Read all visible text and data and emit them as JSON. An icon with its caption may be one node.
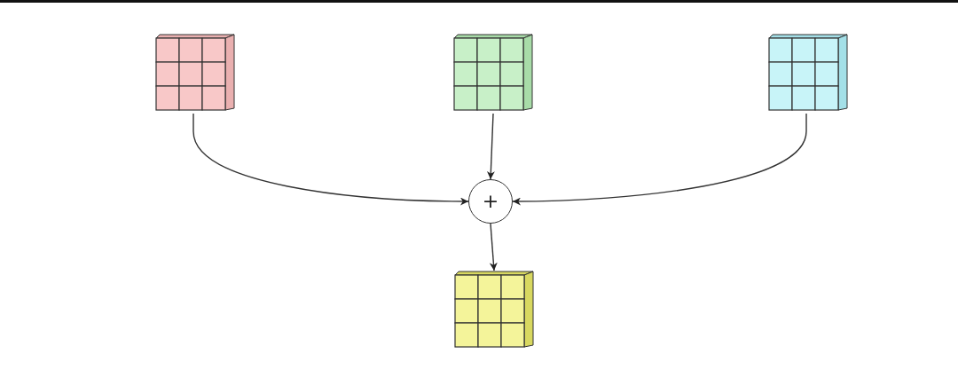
{
  "diagram": {
    "nodes": [
      {
        "text": [],
        "shape": "picture"
      },
      {
        "text": [],
        "shape": "picture"
      },
      {
        "text": [],
        "shape": "picture"
      },
      {
        "text": [
          "+"
        ]
      },
      {
        "text": [],
        "shape": "picture"
      }
    ],
    "edges": [
      {
        "from": 0,
        "to": 3,
        "arrow": "to"
      },
      {
        "from": 1,
        "to": 3,
        "arrow": "to"
      },
      {
        "from": 2,
        "to": 3,
        "arrow": "to"
      },
      {
        "from": 3,
        "to": 4,
        "arrow": "to"
      }
    ]
  }
}
